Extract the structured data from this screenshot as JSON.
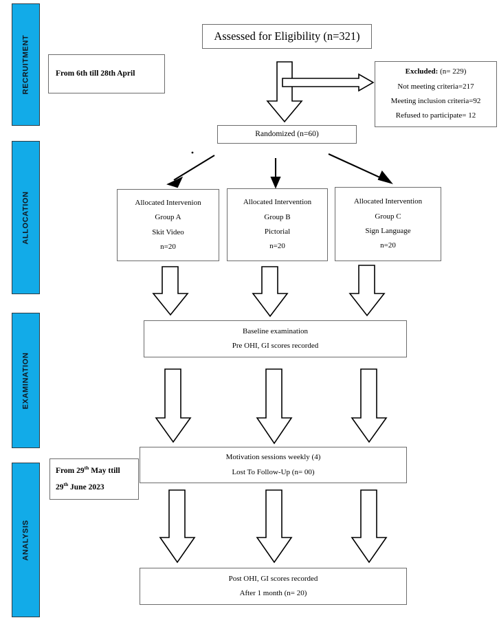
{
  "diagram": {
    "title": "CONSORT participant flow diagram",
    "accent_color": "#12ABE8",
    "box_border_color": "#6b6b6b",
    "arrow_color": "#000000"
  },
  "stages": [
    {
      "label": "RECRUITMENT"
    },
    {
      "label": "ALLOCATION"
    },
    {
      "label": "EXAMINATION"
    },
    {
      "label": "ANALYSIS"
    }
  ],
  "notes": {
    "recruitment_dates": {
      "line1": "From 6th till 28th April"
    },
    "analysis_dates": {
      "line1_a": "From  29",
      "line1_sup": "th",
      "line1_b": "  May  ttill",
      "line2_a": "29",
      "line2_sup": "th",
      "line2_b": "    June 2023"
    }
  },
  "boxes": {
    "assessed": {
      "line1": "Assessed for Eligibility (n=321)"
    },
    "excluded": {
      "label": "Excluded:",
      "count": " (n= 229)",
      "line2": "Not meeting criteria=217",
      "line3": "Meeting inclusion criteria=92",
      "line4": "Refused to participate= 12"
    },
    "randomized": {
      "line1": "Randomized (n=60)"
    },
    "group_a": {
      "line1": "Allocated Intervenion",
      "line2": "Group A",
      "line3": "Skit Video",
      "line4": "n=20"
    },
    "group_b": {
      "line1": "Allocated Intervention",
      "line2": "Group B",
      "line3": "Pictorial",
      "line4": "n=20"
    },
    "group_c": {
      "line1": "Allocated Intervention",
      "line2": "Group C",
      "line3": "Sign Language",
      "line4": "n=20"
    },
    "baseline": {
      "line1": "Baseline examination",
      "line2": "Pre OHI, GI scores recorded"
    },
    "motivation": {
      "line1": "Motivation sessions weekly (4)",
      "line2": "Lost To Follow-Up (n= 00)"
    },
    "post": {
      "line1": "Post OHI, GI scores recorded",
      "line2": "After 1 month (n= 20)"
    }
  }
}
